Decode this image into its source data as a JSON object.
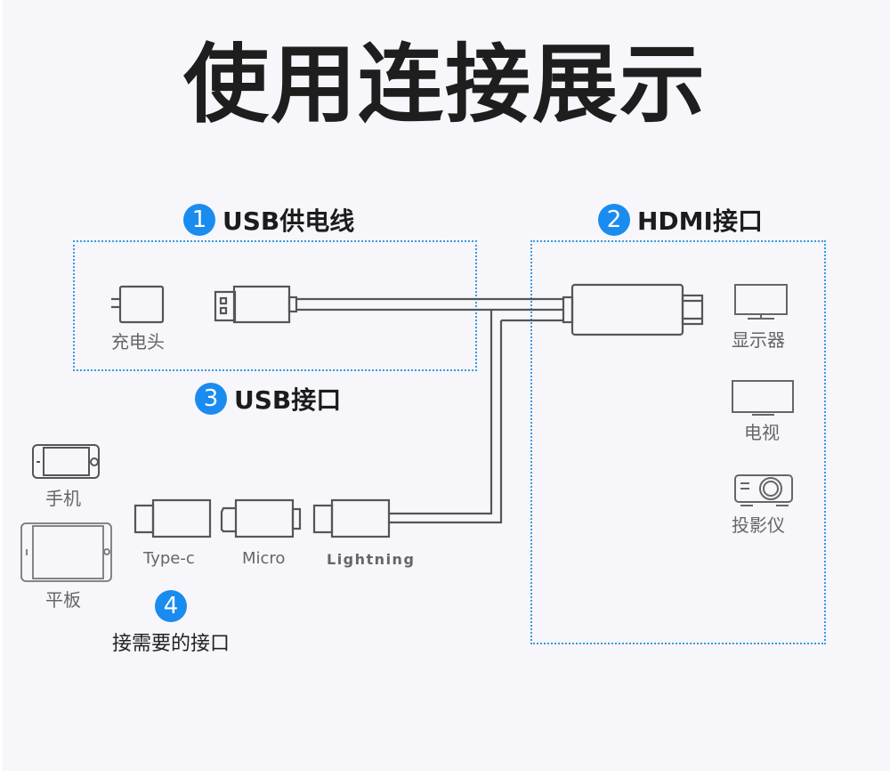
{
  "title": "使用连接展示",
  "sections": {
    "usb_power": {
      "number": "1",
      "label": "USB供电线"
    },
    "hdmi": {
      "number": "2",
      "label": "HDMI接口"
    },
    "usb_port": {
      "number": "3",
      "label": "USB接口"
    },
    "choose": {
      "number": "4",
      "label": "接需要的接口"
    }
  },
  "labels": {
    "charger": "充电头",
    "monitor": "显示器",
    "tv": "电视",
    "projector": "投影仪",
    "phone": "手机",
    "tablet": "平板",
    "type_c": "Type-c",
    "micro": "Micro",
    "lightning": "Lightning"
  },
  "colors": {
    "accent": "#1a8cf0",
    "dotted_border": "#3a9ae0",
    "line": "#555555",
    "background": "#f6f6fb"
  }
}
